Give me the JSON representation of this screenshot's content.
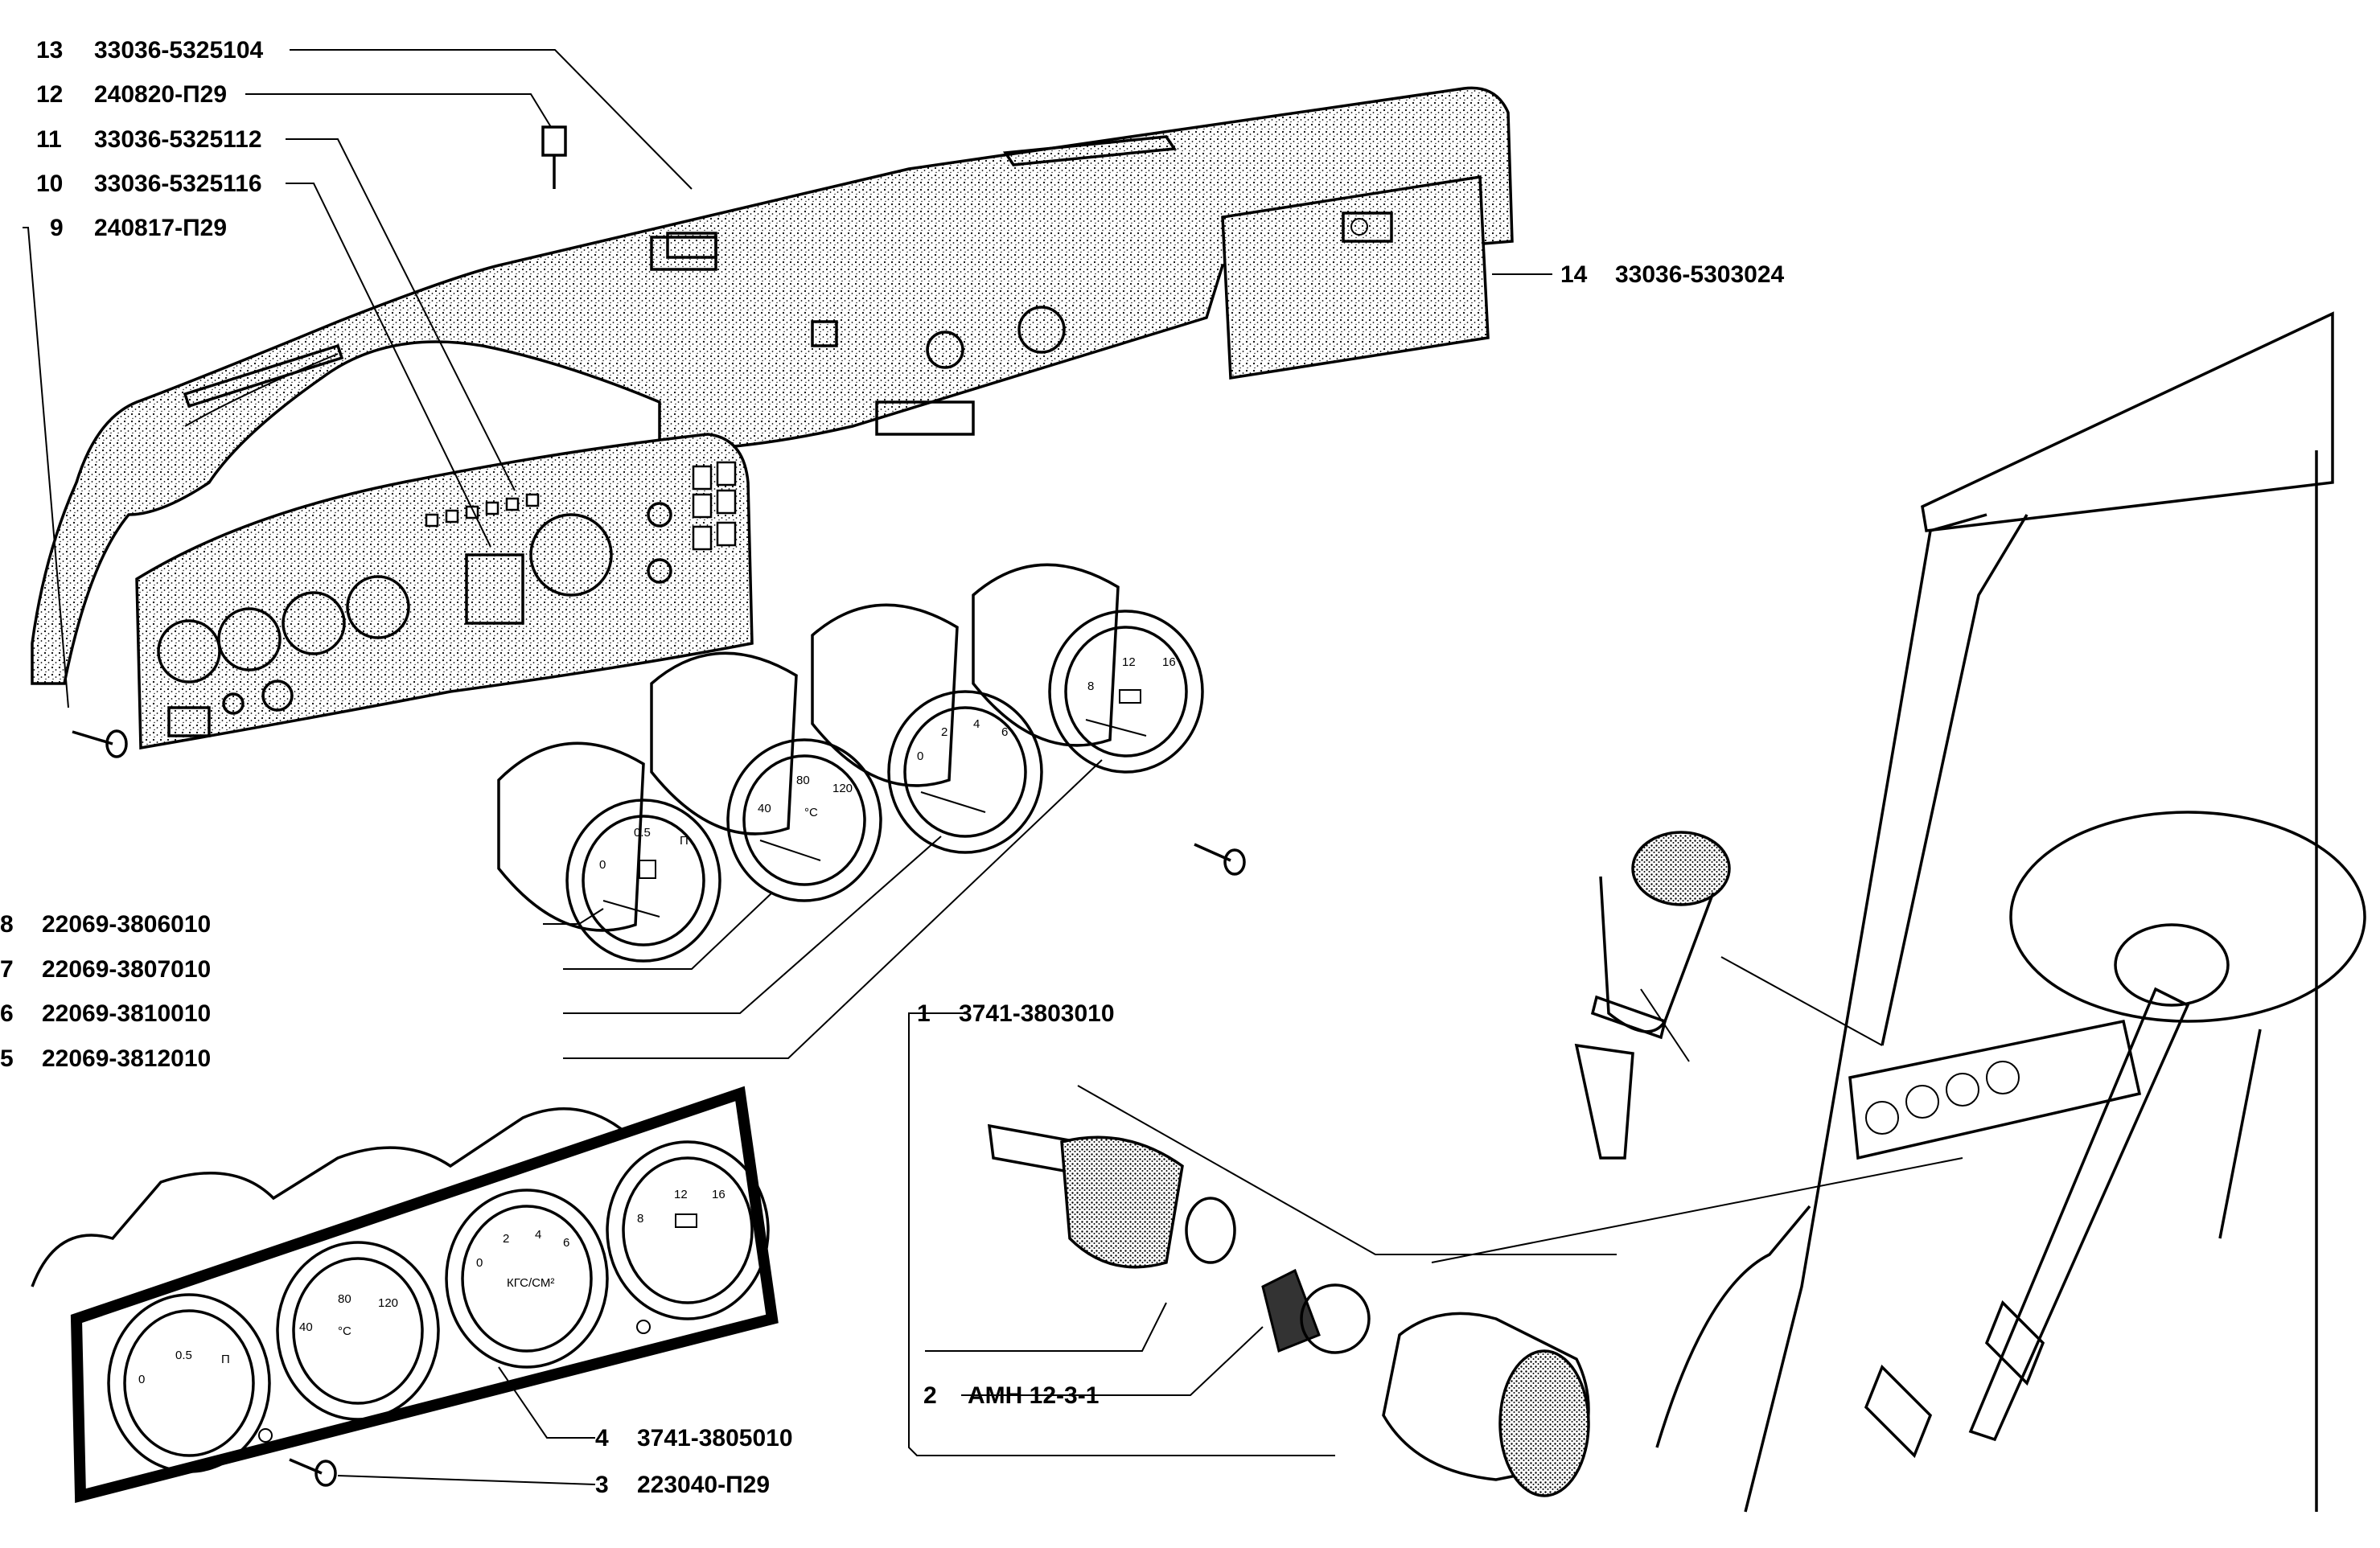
{
  "diagram": {
    "callouts": [
      {
        "num": "13",
        "code": "33036-5325104"
      },
      {
        "num": "12",
        "code": "240820-П29"
      },
      {
        "num": "11",
        "code": "33036-5325112"
      },
      {
        "num": "10",
        "code": "33036-5325116"
      },
      {
        "num": "9",
        "code": "240817-П29"
      },
      {
        "num": "14",
        "code": "33036-5303024"
      },
      {
        "num": "8",
        "code": "22069-3806010"
      },
      {
        "num": "7",
        "code": "22069-3807010"
      },
      {
        "num": "6",
        "code": "22069-3810010"
      },
      {
        "num": "5",
        "code": "22069-3812010"
      },
      {
        "num": "1",
        "code": "3741-3803010"
      },
      {
        "num": "2",
        "code": "АМН 12-3-1"
      },
      {
        "num": "4",
        "code": "3741-3805010"
      },
      {
        "num": "3",
        "code": "223040-П29"
      }
    ],
    "gauges": {
      "fuel": {
        "scale": [
          "0",
          "0.5",
          "П"
        ]
      },
      "temp": {
        "scale": [
          "40",
          "80",
          "120"
        ],
        "unit": "°C"
      },
      "oil": {
        "scale": [
          "0",
          "2",
          "4",
          "6"
        ],
        "unit": "КГС/СМ²"
      },
      "volt": {
        "scale": [
          "8",
          "12",
          "16"
        ]
      }
    }
  }
}
